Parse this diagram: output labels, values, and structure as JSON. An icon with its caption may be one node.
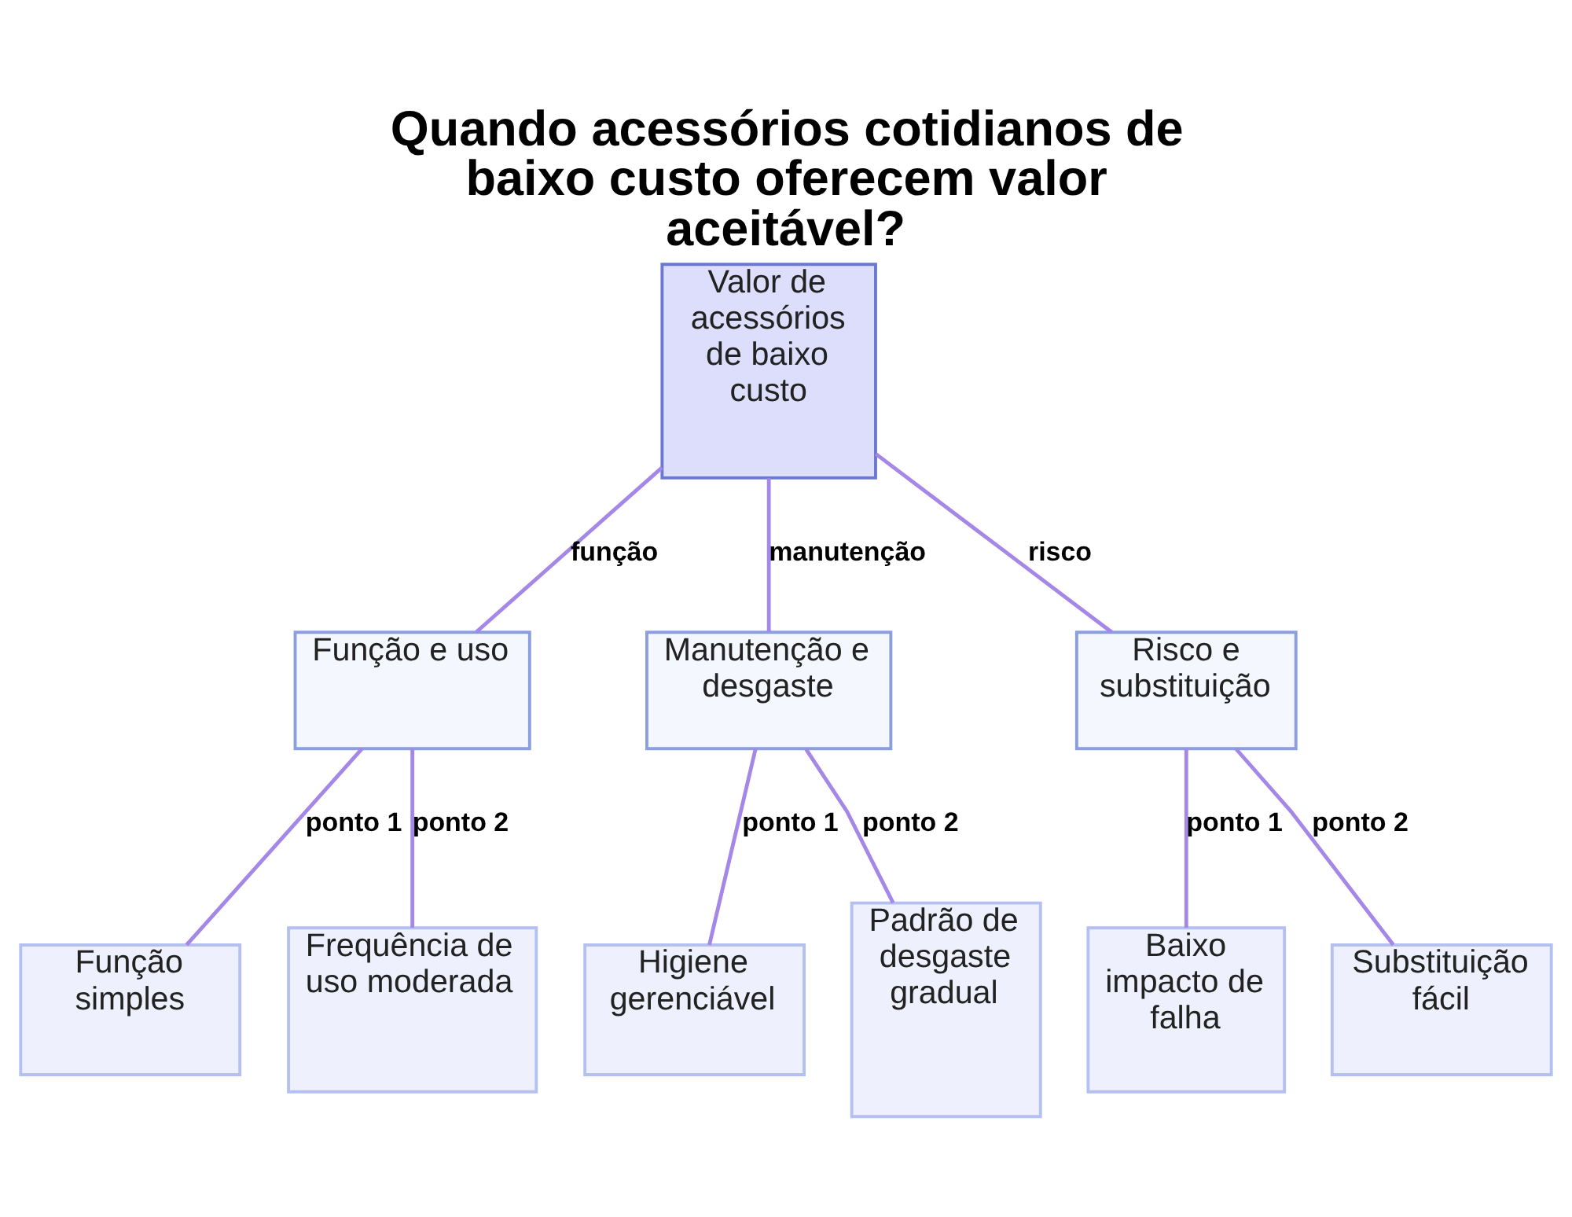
{
  "diagram": {
    "title": "Quando acessórios cotidianos de baixo custo oferecem valor aceitável?",
    "nodes": [
      {
        "text": [
          "Valor de acessórios de baixo custo"
        ]
      },
      {
        "text": [
          "Função e uso"
        ]
      },
      {
        "text": [
          "Manutenção e desgaste"
        ]
      },
      {
        "text": [
          "Risco e substituição"
        ]
      },
      {
        "text": [
          "Função simples"
        ]
      },
      {
        "text": [
          "Frequência de uso moderada"
        ]
      },
      {
        "text": [
          "Higiene gerenciável"
        ]
      },
      {
        "text": [
          "Padrão de desgaste gradual"
        ]
      },
      {
        "text": [
          "Baixo impacto de falha"
        ]
      },
      {
        "text": [
          "Substituição fácil"
        ]
      }
    ],
    "edges": [
      {
        "from": 0,
        "to": 1,
        "arrow": "none",
        "label": "função"
      },
      {
        "from": 0,
        "to": 2,
        "arrow": "none",
        "label": "manutenção"
      },
      {
        "from": 0,
        "to": 3,
        "arrow": "none",
        "label": "risco"
      },
      {
        "from": 1,
        "to": 4,
        "arrow": "none",
        "label": "ponto 1"
      },
      {
        "from": 1,
        "to": 5,
        "arrow": "none",
        "label": "ponto 2"
      },
      {
        "from": 2,
        "to": 6,
        "arrow": "none",
        "label": "ponto 1"
      },
      {
        "from": 2,
        "to": 7,
        "arrow": "none",
        "label": "ponto 2"
      },
      {
        "from": 3,
        "to": 8,
        "arrow": "none",
        "label": "ponto 1"
      },
      {
        "from": 3,
        "to": 9,
        "arrow": "none",
        "label": "ponto 2"
      }
    ]
  }
}
